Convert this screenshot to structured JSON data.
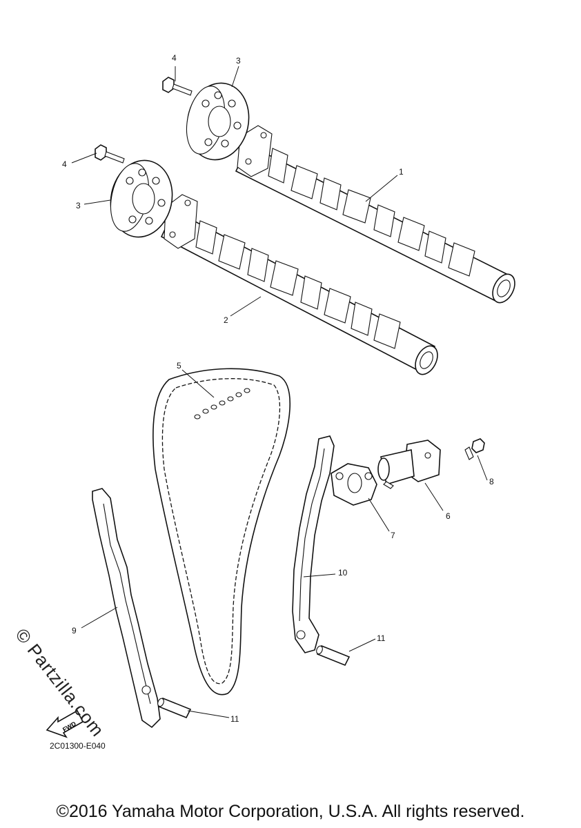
{
  "callouts": {
    "c1": "1",
    "c2": "2",
    "c3a": "3",
    "c3b": "3",
    "c4a": "4",
    "c4b": "4",
    "c5": "5",
    "c6": "6",
    "c7": "7",
    "c8": "8",
    "c9": "9",
    "c10": "10",
    "c11a": "11",
    "c11b": "11"
  },
  "watermark": "© Partzilla.com",
  "fwd_label": "FWD",
  "diagram_code": "2C01300-E040",
  "copyright": "©2016 Yamaha Motor Corporation, U.S.A. All rights reserved."
}
